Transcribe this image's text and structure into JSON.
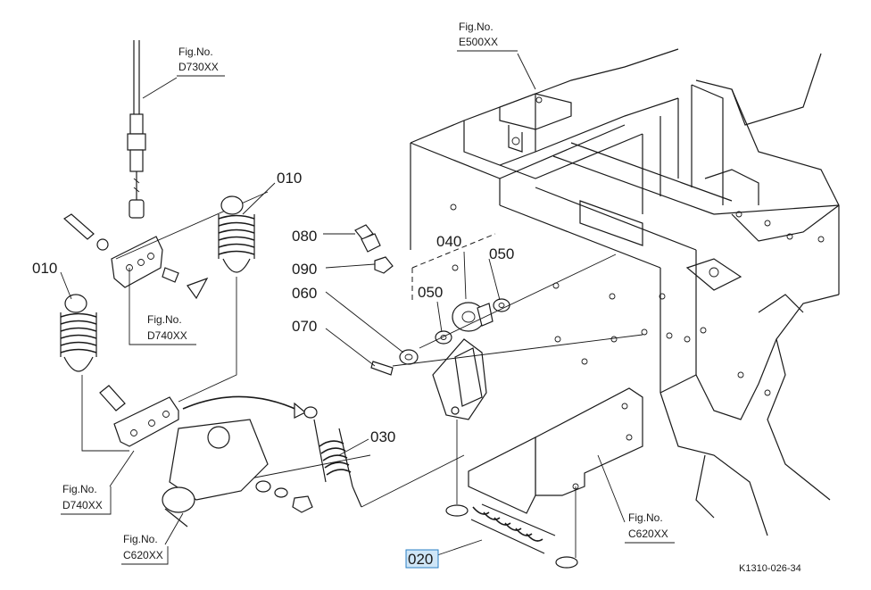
{
  "parts": {
    "p010a": "010",
    "p010b": "010",
    "p080": "080",
    "p090": "090",
    "p060": "060",
    "p070": "070",
    "p040": "040",
    "p050a": "050",
    "p050b": "050",
    "p030": "030",
    "p020": "020"
  },
  "figures": {
    "d730": {
      "prefix": "Fig.No.",
      "code": "D730XX"
    },
    "e500": {
      "prefix": "Fig.No.",
      "code": "E500XX"
    },
    "d740a": {
      "prefix": "Fig.No.",
      "code": "D740XX"
    },
    "d740b": {
      "prefix": "Fig.No.",
      "code": "D740XX"
    },
    "c620a": {
      "prefix": "Fig.No.",
      "code": "C620XX"
    },
    "c620b": {
      "prefix": "Fig.No.",
      "code": "C620XX"
    }
  },
  "diagram_code": "K1310-026-34",
  "highlight_color": "#cfe6f7"
}
